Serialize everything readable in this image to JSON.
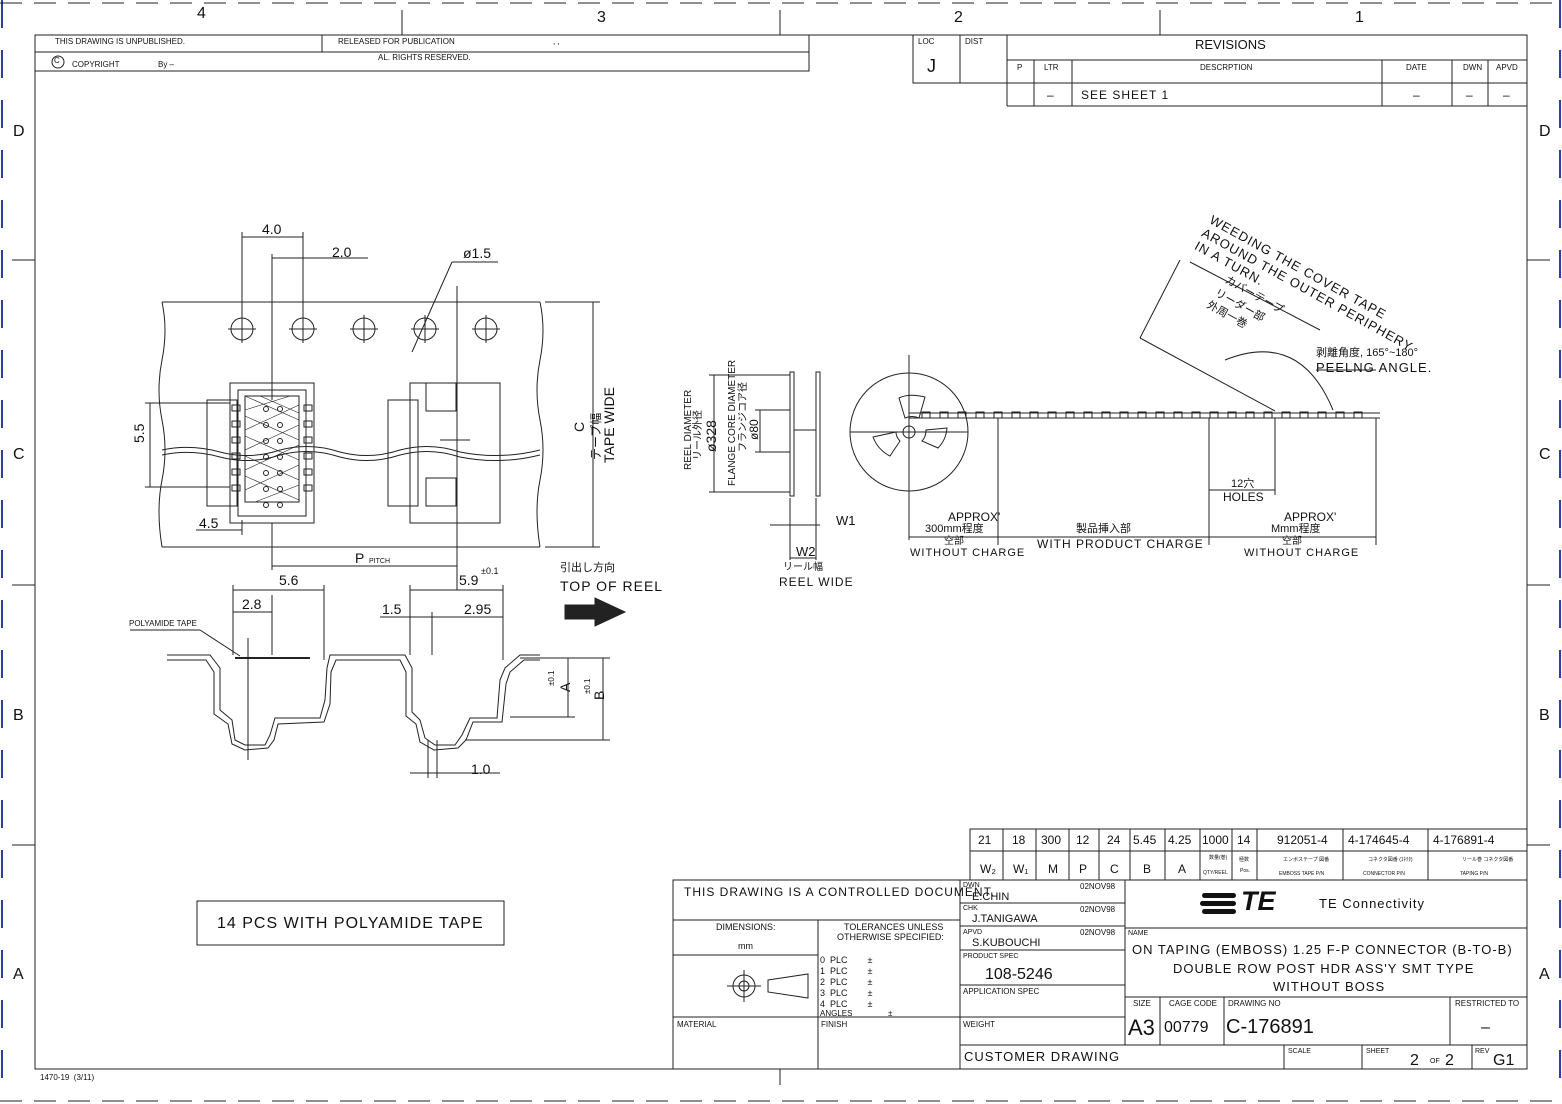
{
  "border": {
    "cols_top": [
      "4",
      "3",
      "2",
      "1"
    ],
    "rows_left": [
      "D",
      "C",
      "B",
      "A"
    ],
    "rows_right": [
      "D",
      "C",
      "B",
      "A"
    ]
  },
  "header": {
    "unpublished": "THIS DRAWING IS UNPUBLISHED.",
    "released": "RELEASED FOR PUBLICATION",
    "released_marks": ",        ,",
    "copyright": "COPYRIGHT",
    "by": "By –",
    "rights": "AL. RIGHTS RESERVED.",
    "loc_label": "LOC",
    "loc_value": "J",
    "dist_label": "DIST"
  },
  "revisions": {
    "title": "REVISIONS",
    "headers": [
      "P",
      "LTR",
      "DESCRPTION",
      "DATE",
      "DWN",
      "APVD"
    ],
    "row": [
      "",
      "–",
      "SEE SHEET 1",
      "–",
      "–",
      "–"
    ]
  },
  "left_view": {
    "dim_pitch_4": "4.0",
    "dim_2": "2.0",
    "dim_hole": "ø1.5",
    "dim_5_5": "5.5",
    "dim_4_5": "4.5",
    "dim_c": "C",
    "tape_jp": "テープ幅",
    "tape_wide": "TAPE WIDE",
    "p_pitch": "P",
    "p_pitch_sub": "PITCH",
    "dim_5_6": "5.6",
    "dim_5_9": "5.9",
    "tol_01": "±0.1",
    "dim_2_8": "2.8",
    "dim_1_5": "1.5",
    "dim_2_95": "2.95",
    "dim_1_0": "1.0",
    "dim_a": "A",
    "dim_b": "B",
    "polyamide": "POLYAMIDE TAPE",
    "reel_dir_jp": "引出し方向",
    "reel_dir": "TOP OF REEL",
    "note": "14 PCS WITH POLYAMIDE TAPE"
  },
  "right_view": {
    "reel_diameter": "REEL DIAMETER",
    "reel_diameter_jp": "リール外径",
    "reel_dia_val": "ø328",
    "flange_core": "FLANGE CORE DIAMETER",
    "flange_core_jp": "フランジコア径",
    "flange_val": "ø80",
    "w1": "W1",
    "w2": "W2",
    "reel_wide_jp": "リール幅",
    "reel_wide": "REEL WIDE",
    "weeding": [
      "WEEDING THE COVER TAPE",
      "AROUND THE OUTER PERIPHERY",
      "IN A TURN."
    ],
    "cover_jp": [
      "カバーテープ",
      "リーダー部",
      "外周一巻"
    ],
    "peel_jp": "剥離角度, 165°~180°",
    "peel": "PEELNG ANGLE.",
    "holes_jp": "12穴",
    "holes": "HOLES",
    "approx1": "APPROX'",
    "approx1_val": "300mm程度",
    "empty1_jp": "空部",
    "without1": "WITHOUT CHARGE",
    "with_jp": "製品挿入部",
    "with": "WITH PRODUCT CHARGE",
    "approx2": "APPROX'",
    "approx2_val": "Mmm程度",
    "empty2_jp": "空部",
    "without2": "WITHOUT CHARGE"
  },
  "param_table": {
    "values": [
      "21",
      "18",
      "300",
      "12",
      "24",
      "5.45",
      "4.25",
      "1000",
      "14",
      "912051-4",
      "4-174645-4",
      "4-176891-4"
    ],
    "headers": [
      "W₂",
      "W₁",
      "M",
      "P",
      "C",
      "B",
      "A",
      "QTY/REEL",
      "Pos.",
      "EMBOSS TAPE P/N",
      "CONNECTOR P/N",
      "TAPING P/N"
    ],
    "headers_jp": [
      "",
      "",
      "",
      "",
      "",
      "",
      "",
      "数量(巻)",
      "極数",
      "エンボステープ 図番",
      "コネクタ図番 (ｺﾈｸﾀ)",
      "リール巻 コネクタ図番"
    ]
  },
  "title_block": {
    "controlled": "THIS DRAWING IS A CONTROLLED DOCUMENT.",
    "dimensions": "DIMENSIONS:",
    "mm": "mm",
    "tolerances": "TOLERANCES UNLESS",
    "otherwise": "OTHERWISE SPECIFIED:",
    "plc": [
      "0  PLC        ±",
      "1  PLC        ±",
      "2  PLC        ±",
      "3  PLC        ±",
      "4  PLC        ±",
      "ANGLES                ±"
    ],
    "material": "MATERIAL",
    "finish": "FINISH",
    "dwn_label": "DWN",
    "dwn_name": "E.CHIN",
    "dwn_date": "02NOV98",
    "chk_label": "CHK",
    "chk_name": "J.TANIGAWA",
    "chk_date": "02NOV98",
    "apvd_label": "APVD",
    "apvd_name": "S.KUBOUCHI",
    "apvd_date": "02NOV98",
    "product_spec_label": "PRODUCT SPEC",
    "product_spec": "108-5246",
    "app_spec_label": "APPLICATION SPEC",
    "weight_label": "WEIGHT",
    "customer": "CUSTOMER DRAWING",
    "logo": "TE",
    "company": "TE Connectivity",
    "name_label": "NAME",
    "name_lines": [
      "ON TAPING (EMBOSS) 1.25 F-P CONNECTOR (B-TO-B)",
      "DOUBLE ROW POST HDR ASS'Y SMT TYPE",
      "WITHOUT BOSS"
    ],
    "size_label": "SIZE",
    "size": "A3",
    "cage_label": "CAGE CODE",
    "cage": "00779",
    "drawing_no_label": "DRAWING NO",
    "drawing_no": "C-176891",
    "restricted_label": "RESTRICTED TO",
    "restricted": "–",
    "scale_label": "SCALE",
    "sheet_label": "SHEET",
    "sheet": "2",
    "of": "OF",
    "sheet_total": "2",
    "rev_label": "REV",
    "rev": "G1",
    "form_no": "1470-19  (3/11)"
  }
}
